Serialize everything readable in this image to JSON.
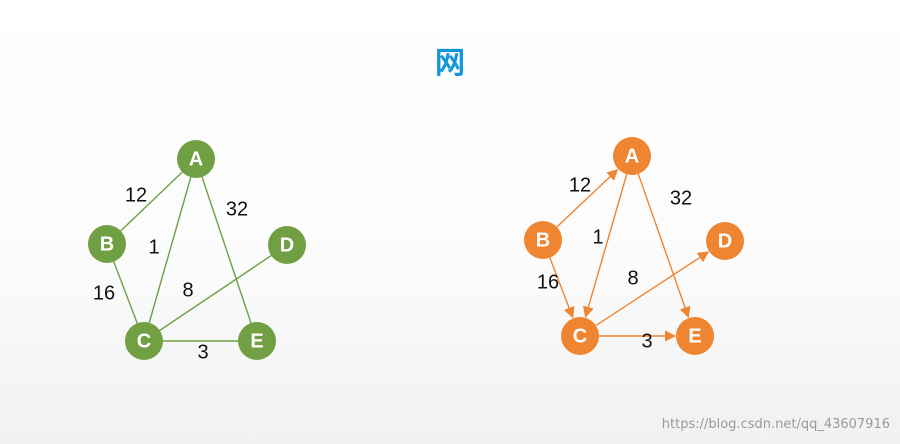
{
  "title": "网",
  "watermark": "https://blog.csdn.net/qq_43607916",
  "colors": {
    "undirected": "#70a043",
    "directed": "#ef8530",
    "title": "#1296db"
  },
  "graphs": [
    {
      "kind": "undirected",
      "nodes": [
        "A",
        "B",
        "C",
        "D",
        "E"
      ],
      "edges": [
        {
          "from": "A",
          "to": "B",
          "weight": "12"
        },
        {
          "from": "A",
          "to": "C",
          "weight": "1"
        },
        {
          "from": "A",
          "to": "E",
          "weight": "32"
        },
        {
          "from": "B",
          "to": "C",
          "weight": "16"
        },
        {
          "from": "C",
          "to": "D",
          "weight": "8"
        },
        {
          "from": "C",
          "to": "E",
          "weight": "3"
        }
      ]
    },
    {
      "kind": "directed",
      "nodes": [
        "A",
        "B",
        "C",
        "D",
        "E"
      ],
      "edges": [
        {
          "from": "B",
          "to": "A",
          "weight": "12"
        },
        {
          "from": "A",
          "to": "C",
          "weight": "1"
        },
        {
          "from": "A",
          "to": "E",
          "weight": "32"
        },
        {
          "from": "B",
          "to": "C",
          "weight": "16"
        },
        {
          "from": "C",
          "to": "D",
          "weight": "8"
        },
        {
          "from": "C",
          "to": "E",
          "weight": "3"
        }
      ]
    }
  ]
}
